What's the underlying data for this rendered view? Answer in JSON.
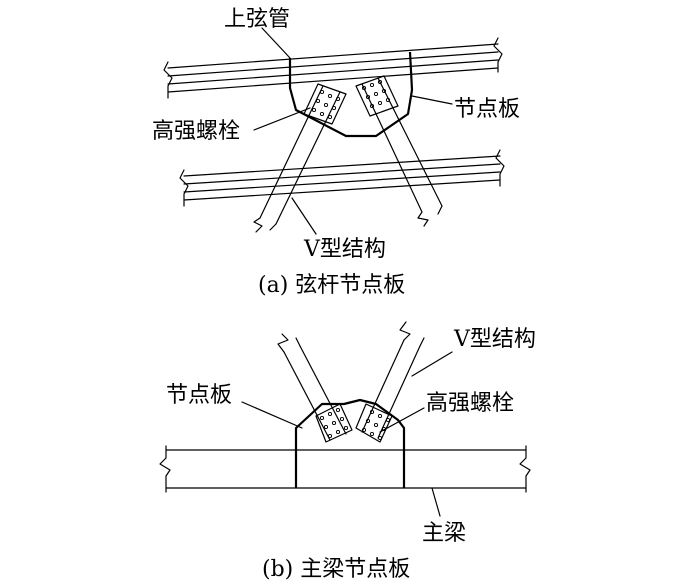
{
  "diagram_a": {
    "caption": "(a) 弦杆节点板",
    "labels": {
      "top_chord": "上弦管",
      "gusset": "节点板",
      "bolts": "高强螺栓",
      "v_struct": "V型结构"
    }
  },
  "diagram_b": {
    "caption": "(b) 主梁节点板",
    "labels": {
      "v_struct": "V型结构",
      "gusset": "节点板",
      "bolts": "高强螺栓",
      "main_beam": "主梁"
    }
  },
  "colors": {
    "ink": "#000000",
    "background": "#ffffff"
  }
}
